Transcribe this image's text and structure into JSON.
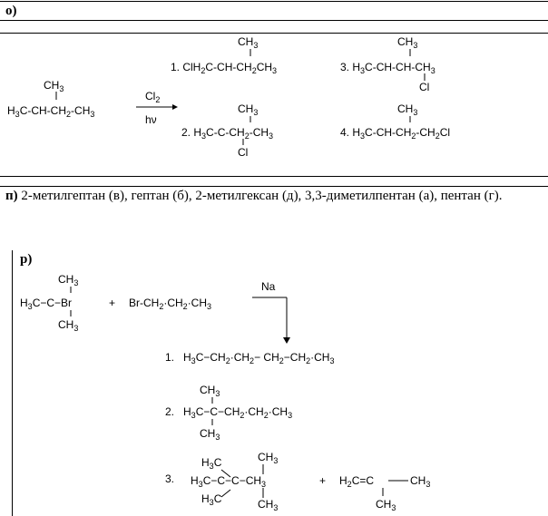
{
  "section_o": {
    "label": "о)",
    "reactant": {
      "ch3": "CH3",
      "main": "H3C-CH-CH2-CH3"
    },
    "reagent": {
      "top": "Cl2",
      "bottom": "hν"
    },
    "products": [
      {
        "n": "1.",
        "top": "CH3",
        "main": "ClH2C-CH-CH2CH3"
      },
      {
        "n": "2.",
        "top": "CH3",
        "main": "H3C-C-CH2-CH3",
        "bottom": "Cl"
      },
      {
        "n": "3.",
        "top": "CH3",
        "main": "H3C-CH-CH-CH3",
        "bottom": "Cl"
      },
      {
        "n": "4.",
        "top": "CH3",
        "main": "H3C-CH-CH2-CH2Cl"
      }
    ]
  },
  "section_p": {
    "label": "п)",
    "text": "2-метилгептан (в), гептан (б), 2-метилгексан (д), 3,3-диметилпентан (а), пентан (г)."
  },
  "section_r": {
    "label": "р)",
    "reagent": "Na",
    "products": [
      "1.",
      "2.",
      "3."
    ]
  }
}
